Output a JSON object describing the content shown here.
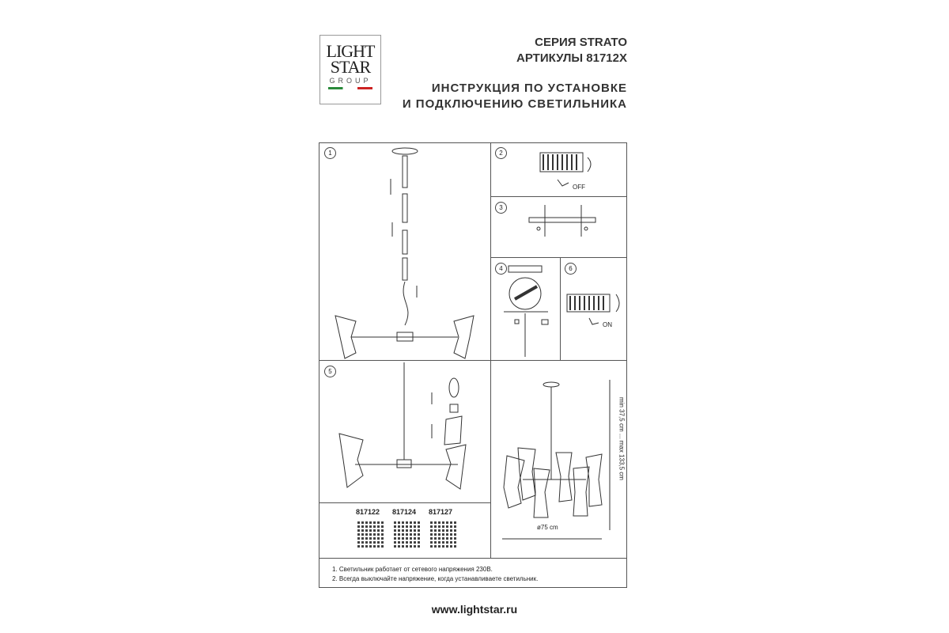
{
  "logo": {
    "line1": "LIGHT",
    "line2": "STAR",
    "line3": "GROUP"
  },
  "header": {
    "series": "СЕРИЯ STRATO",
    "articles": "АРТИКУЛЫ 81712X",
    "title_line1": "ИНСТРУКЦИЯ ПО УСТАНОВКЕ",
    "title_line2": "И ПОДКЛЮЧЕНИЮ СВЕТИЛЬНИКА"
  },
  "steps": [
    "1",
    "2",
    "3",
    "4",
    "6",
    "5"
  ],
  "labels": {
    "off": "OFF",
    "on": "ON"
  },
  "dimensions": {
    "height": "min 37,5 cm ... max 133,5 cm",
    "diameter": "ø75 cm"
  },
  "codes": [
    "817122",
    "817124",
    "817127"
  ],
  "notes": [
    "1. Светильник работает от сетевого напряжения 230В.",
    "2. Всегда выключайте напряжение, когда устанавливаете светильник."
  ],
  "website": "www.lightstar.ru"
}
